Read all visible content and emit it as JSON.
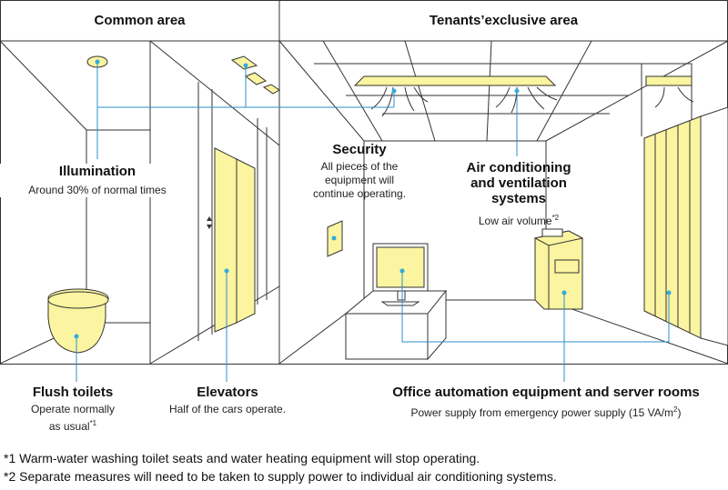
{
  "sections": {
    "common": "Common area",
    "tenants": "Tenants’exclusive area"
  },
  "labels": {
    "illumination": {
      "title": "Illumination",
      "desc": "Around 30% of normal times"
    },
    "security": {
      "title": "Security",
      "desc_lines": [
        "All pieces of the",
        "equipment will",
        "continue operating."
      ]
    },
    "air": {
      "title_lines": [
        "Air conditioning",
        "and ventilation",
        "systems"
      ],
      "desc": "Low air volume",
      "note_mark": "*2"
    },
    "flush": {
      "title": "Flush toilets",
      "desc_lines": [
        "Operate normally",
        "as usual"
      ],
      "note_mark": "*1"
    },
    "elevators": {
      "title": "Elevators",
      "desc": "Half of the cars operate."
    },
    "office": {
      "title": "Office automation equipment and server rooms",
      "desc_pre": "Power supply from emergency power supply (15 VA/m",
      "desc_sup": "2",
      "desc_post": ")"
    }
  },
  "footnotes": [
    {
      "mark": "*1",
      "text": " Warm-water washing toilet seats and water heating equipment will stop operating."
    },
    {
      "mark": "*2",
      "text": " Separate measures will need to be taken to supply power to individual air conditioning systems."
    }
  ],
  "colors": {
    "highlight": "#fbf4a0",
    "leader": "#2b8fc9",
    "outline": "#333333",
    "dot": "#33aadd"
  }
}
